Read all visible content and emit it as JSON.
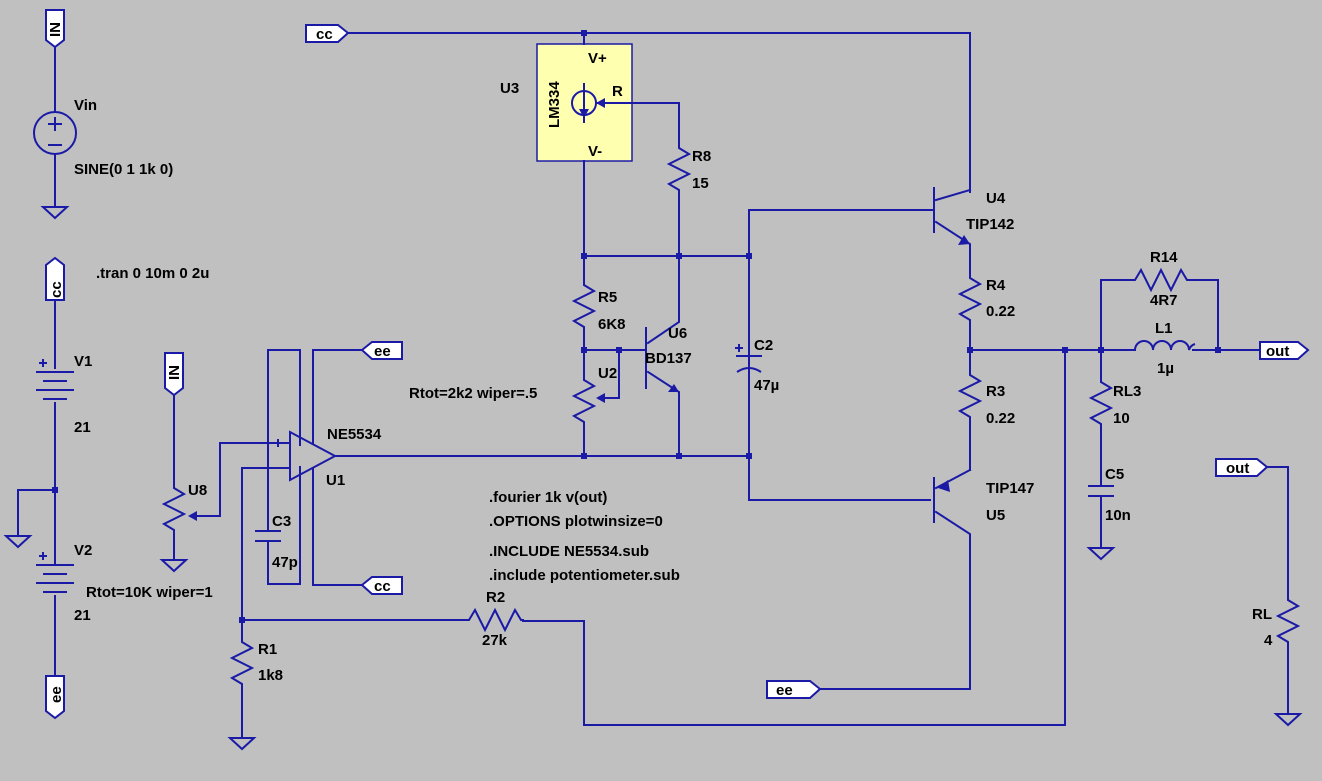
{
  "flags": {
    "vin_in": "IN",
    "v1_cc": "cc",
    "v2_ee": "ee",
    "top_cc": "cc",
    "pot_in": "IN",
    "opamp_ee": "ee",
    "opamp_cc": "cc",
    "out_ee": "ee",
    "out1": "out",
    "out2": "out"
  },
  "components": {
    "vin": {
      "name": "Vin",
      "value": "SINE(0 1 1k 0)"
    },
    "v1": {
      "name": "V1",
      "value": "21"
    },
    "v2": {
      "name": "V2",
      "value": "21"
    },
    "u3": {
      "name": "U3",
      "part": "LM334",
      "pin_vp": "V+",
      "pin_r": "R",
      "pin_vm": "V-"
    },
    "r8": {
      "name": "R8",
      "value": "15"
    },
    "r5": {
      "name": "R5",
      "value": "6K8"
    },
    "u6": {
      "name": "U6",
      "part": "BD137"
    },
    "u2": {
      "name": "U2",
      "params": "Rtot=2k2 wiper=.5"
    },
    "c2": {
      "name": "C2",
      "value": "47µ"
    },
    "u4": {
      "name": "U4",
      "part": "TIP142"
    },
    "r4": {
      "name": "R4",
      "value": "0.22"
    },
    "r3": {
      "name": "R3",
      "value": "0.22"
    },
    "u5": {
      "name": "U5",
      "part": "TIP147"
    },
    "r14": {
      "name": "R14",
      "value": "4R7"
    },
    "l1": {
      "name": "L1",
      "value": "1µ"
    },
    "rl3": {
      "name": "RL3",
      "value": "10"
    },
    "c5": {
      "name": "C5",
      "value": "10n"
    },
    "rl": {
      "name": "RL",
      "value": "4"
    },
    "u1": {
      "name": "U1",
      "part": "NE5534"
    },
    "c3": {
      "name": "C3",
      "value": "47p"
    },
    "u8": {
      "name": "U8",
      "params": "Rtot=10K wiper=1"
    },
    "r2": {
      "name": "R2",
      "value": "27k"
    },
    "r1": {
      "name": "R1",
      "value": "1k8"
    }
  },
  "directives": {
    "tran": ".tran 0 10m 0 2u",
    "fourier": ".fourier 1k v(out)",
    "options": ".OPTIONS plotwinsize=0",
    "include1": ".INCLUDE NE5534.sub",
    "include2": ".include potentiometer.sub"
  },
  "colors": {
    "background": "#c0c0c0",
    "wire": "#1a1aa6",
    "ic_fill": "#ffffb0"
  }
}
